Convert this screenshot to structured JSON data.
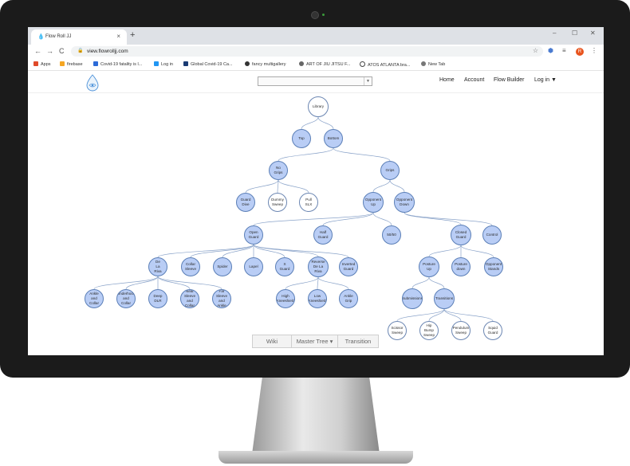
{
  "browser": {
    "tab_title": "Flow Roll JJ",
    "tab_close": "×",
    "new_tab": "+",
    "window_controls": {
      "minimize": "–",
      "maximize": "☐",
      "close": "✕"
    },
    "nav": {
      "back": "←",
      "forward": "→",
      "reload": "C"
    },
    "url": "view.flowrolljj.com",
    "profile_initial": "R",
    "bookmarks": [
      {
        "label": "Apps",
        "color": "#e04a2a"
      },
      {
        "label": "firebase",
        "color": "#f5a623"
      },
      {
        "label": "Covid-19 fatality is l...",
        "color": "#2c6bd8"
      },
      {
        "label": "Log in",
        "color": "#2196f3"
      },
      {
        "label": "Global Covid-19 Ca...",
        "color": "#1a3b73"
      },
      {
        "label": "fancy multigallery",
        "color": "#333333"
      },
      {
        "label": "ART OF JIU JITSU F...",
        "color": "#666666"
      },
      {
        "label": "ATOS ATLANTA bra...",
        "color": "#444444"
      },
      {
        "label": "New Tab",
        "color": "#777777"
      }
    ]
  },
  "site": {
    "menu": {
      "home": "Home",
      "account": "Account",
      "flow_builder": "Flow Builder",
      "login": "Log in ▼"
    }
  },
  "tree": {
    "nodes": [
      {
        "id": "library",
        "label": "Library",
        "style": "empty"
      },
      {
        "id": "top",
        "label": "Top",
        "style": "filled"
      },
      {
        "id": "bottom",
        "label": "Bottom",
        "style": "filled"
      },
      {
        "id": "no_grips",
        "label": "No\nGrips",
        "style": "filled"
      },
      {
        "id": "grips",
        "label": "Grips",
        "style": "filled"
      },
      {
        "id": "guard_dive",
        "label": "Guard\nDive",
        "style": "filled"
      },
      {
        "id": "dummy_sweep",
        "label": "Dummy\nSweep",
        "style": "empty"
      },
      {
        "id": "pull_slx",
        "label": "Pull\nSLX",
        "style": "empty"
      },
      {
        "id": "opp_up",
        "label": "Opponent\nUp",
        "style": "filled"
      },
      {
        "id": "opp_down",
        "label": "Opponent\nDown",
        "style": "filled"
      },
      {
        "id": "open_guard",
        "label": "Open\nGuard",
        "style": "filled"
      },
      {
        "id": "half_guard",
        "label": "Half\nGuard",
        "style": "filled"
      },
      {
        "id": "fifty",
        "label": "50/50",
        "style": "filled"
      },
      {
        "id": "closed_guard",
        "label": "Closed\nGuard",
        "style": "filled"
      },
      {
        "id": "control",
        "label": "Control",
        "style": "filled"
      },
      {
        "id": "de_la_riva",
        "label": "De\nLa\nRiva",
        "style": "filled"
      },
      {
        "id": "collar_sleeve",
        "label": "Collar\nSleeve",
        "style": "filled"
      },
      {
        "id": "spider",
        "label": "Spider",
        "style": "filled"
      },
      {
        "id": "lapel",
        "label": "Lapel",
        "style": "filled"
      },
      {
        "id": "x_guard",
        "label": "X\nGuard",
        "style": "filled"
      },
      {
        "id": "reverse_dlr",
        "label": "Reverse\nDe La\nRiva",
        "style": "filled"
      },
      {
        "id": "inverted_guard",
        "label": "Inverted\nGuard",
        "style": "filled"
      },
      {
        "id": "posture_up",
        "label": "Posture\nUp",
        "style": "filled"
      },
      {
        "id": "posture_down",
        "label": "Posture\ndown",
        "style": "filled"
      },
      {
        "id": "opp_stands",
        "label": "Opponent\nStands",
        "style": "filled"
      },
      {
        "id": "ankle_collar",
        "label": "Ankle\nand\nCollar",
        "style": "filled"
      },
      {
        "id": "underhook_collar",
        "label": "Underhook\nand\nCollar",
        "style": "filled"
      },
      {
        "id": "deep_dlr",
        "label": "Deep\nDLR",
        "style": "filled"
      },
      {
        "id": "near_sleeve_collar",
        "label": "Near\nSleeve\nand\nCollar",
        "style": "filled"
      },
      {
        "id": "far_sleeve_ankle",
        "label": "Far\nSleeve\nand\nAnkle",
        "style": "filled"
      },
      {
        "id": "high_kneeshield",
        "label": "High\nKneeshield",
        "style": "filled"
      },
      {
        "id": "low_kneeshield",
        "label": "Low\nKneeshield",
        "style": "filled"
      },
      {
        "id": "ankle_grip",
        "label": "Ankle\nGrip",
        "style": "filled"
      },
      {
        "id": "submissions",
        "label": "Submissions",
        "style": "filled"
      },
      {
        "id": "transitions",
        "label": "Transitions",
        "style": "filled"
      },
      {
        "id": "scissor_sweep",
        "label": "Scissor\nSweep",
        "style": "empty"
      },
      {
        "id": "hip_bump_sweep",
        "label": "Hip\nBump\nSweep",
        "style": "empty"
      },
      {
        "id": "pendulum_sweep",
        "label": "Pendulum\nSweep",
        "style": "empty"
      },
      {
        "id": "squid_guard",
        "label": "Squid\nGuard",
        "style": "empty"
      }
    ],
    "edges": [
      [
        "library",
        "top"
      ],
      [
        "library",
        "bottom"
      ],
      [
        "bottom",
        "no_grips"
      ],
      [
        "bottom",
        "grips"
      ],
      [
        "no_grips",
        "guard_dive"
      ],
      [
        "no_grips",
        "dummy_sweep"
      ],
      [
        "no_grips",
        "pull_slx"
      ],
      [
        "grips",
        "opp_up"
      ],
      [
        "grips",
        "opp_down"
      ],
      [
        "opp_up",
        "open_guard"
      ],
      [
        "opp_up",
        "half_guard"
      ],
      [
        "opp_up",
        "fifty"
      ],
      [
        "opp_down",
        "closed_guard"
      ],
      [
        "opp_down",
        "control"
      ],
      [
        "open_guard",
        "de_la_riva"
      ],
      [
        "open_guard",
        "collar_sleeve"
      ],
      [
        "open_guard",
        "spider"
      ],
      [
        "open_guard",
        "lapel"
      ],
      [
        "open_guard",
        "x_guard"
      ],
      [
        "open_guard",
        "reverse_dlr"
      ],
      [
        "open_guard",
        "inverted_guard"
      ],
      [
        "closed_guard",
        "posture_up"
      ],
      [
        "closed_guard",
        "posture_down"
      ],
      [
        "closed_guard",
        "opp_stands"
      ],
      [
        "de_la_riva",
        "ankle_collar"
      ],
      [
        "de_la_riva",
        "underhook_collar"
      ],
      [
        "de_la_riva",
        "deep_dlr"
      ],
      [
        "de_la_riva",
        "near_sleeve_collar"
      ],
      [
        "de_la_riva",
        "far_sleeve_ankle"
      ],
      [
        "reverse_dlr",
        "high_kneeshield"
      ],
      [
        "reverse_dlr",
        "low_kneeshield"
      ],
      [
        "reverse_dlr",
        "ankle_grip"
      ],
      [
        "posture_up",
        "submissions"
      ],
      [
        "posture_up",
        "transitions"
      ],
      [
        "transitions",
        "scissor_sweep"
      ],
      [
        "transitions",
        "hip_bump_sweep"
      ],
      [
        "transitions",
        "pendulum_sweep"
      ],
      [
        "transitions",
        "squid_guard"
      ]
    ]
  },
  "bottom_tabs": {
    "wiki": "Wiki",
    "master_tree": "Master Tree ▾",
    "transition": "Transition"
  }
}
